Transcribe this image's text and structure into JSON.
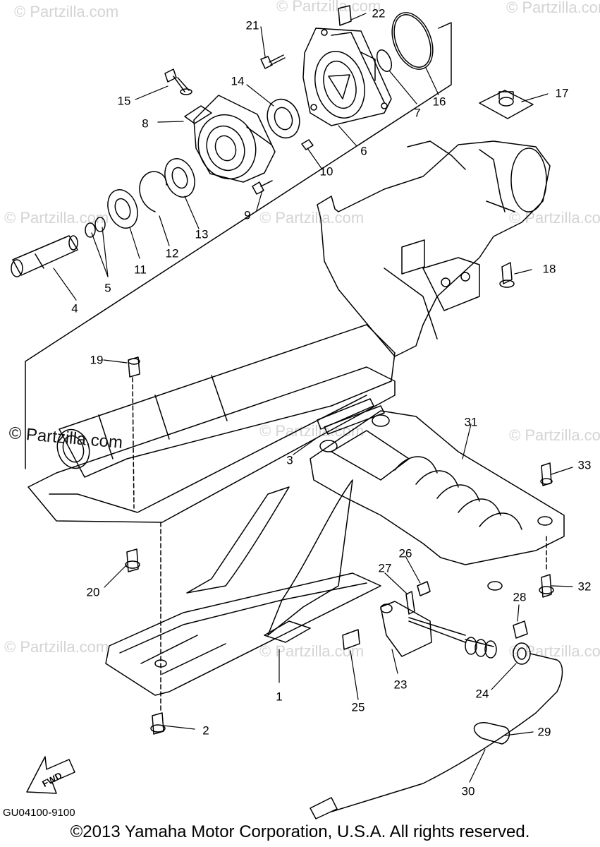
{
  "watermark": {
    "text": "© Partzilla.com",
    "main_text": "© Partzilla.com"
  },
  "callouts": [
    "1",
    "2",
    "3",
    "4",
    "5",
    "6",
    "7",
    "8",
    "9",
    "10",
    "11",
    "12",
    "13",
    "14",
    "15",
    "16",
    "17",
    "18",
    "19",
    "20",
    "21",
    "22",
    "23",
    "24",
    "25",
    "26",
    "27",
    "28",
    "29",
    "30",
    "31",
    "32",
    "33"
  ],
  "fwd_arrow": {
    "label": "FWD",
    "icon": "fwd-arrow-icon"
  },
  "diagram_code": "GU04100-9100",
  "copyright": "©2013  Yamaha Motor Corporation, U.S.A. All rights reserved.",
  "colors": {
    "line": "#000000",
    "watermark": "#d4d4d4",
    "background": "#ffffff"
  }
}
